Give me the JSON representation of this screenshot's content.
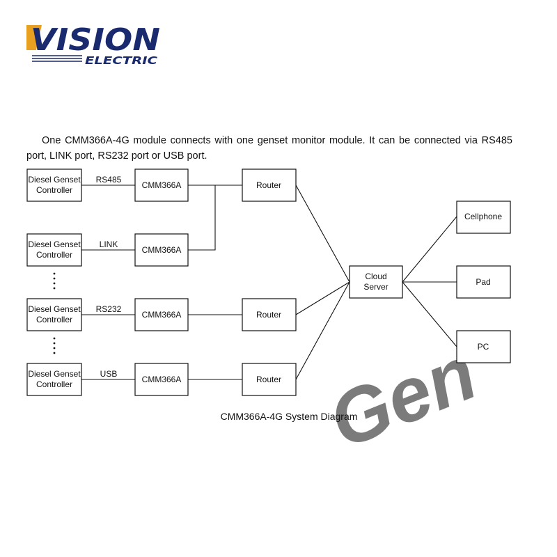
{
  "brand": {
    "logo_main": "VISION",
    "logo_sub": "ELECTRIC",
    "brand_color": "#1a2a6e",
    "accent_color": "#e8a020"
  },
  "intro_text": "One CMM366A-4G module connects with one genset monitor module. It can be connected via RS485 port, LINK port, RS232 port or USB port.",
  "diagram": {
    "controllers": [
      {
        "line1": "Diesel Genset",
        "line2": "Controller",
        "port": "RS485",
        "module": "CMM366A"
      },
      {
        "line1": "Diesel Genset",
        "line2": "Controller",
        "port": "LINK",
        "module": "CMM366A"
      },
      {
        "line1": "Diesel Genset",
        "line2": "Controller",
        "port": "RS232",
        "module": "CMM366A"
      },
      {
        "line1": "Diesel Genset",
        "line2": "Controller",
        "port": "USB",
        "module": "CMM366A"
      }
    ],
    "routers": [
      "Router",
      "Router",
      "Router"
    ],
    "cloud": {
      "line1": "Cloud",
      "line2": "Server"
    },
    "devices": [
      "Cellphone",
      "Pad",
      "PC"
    ],
    "caption": "CMM366A-4G System Diagram"
  },
  "watermark": "Gen"
}
